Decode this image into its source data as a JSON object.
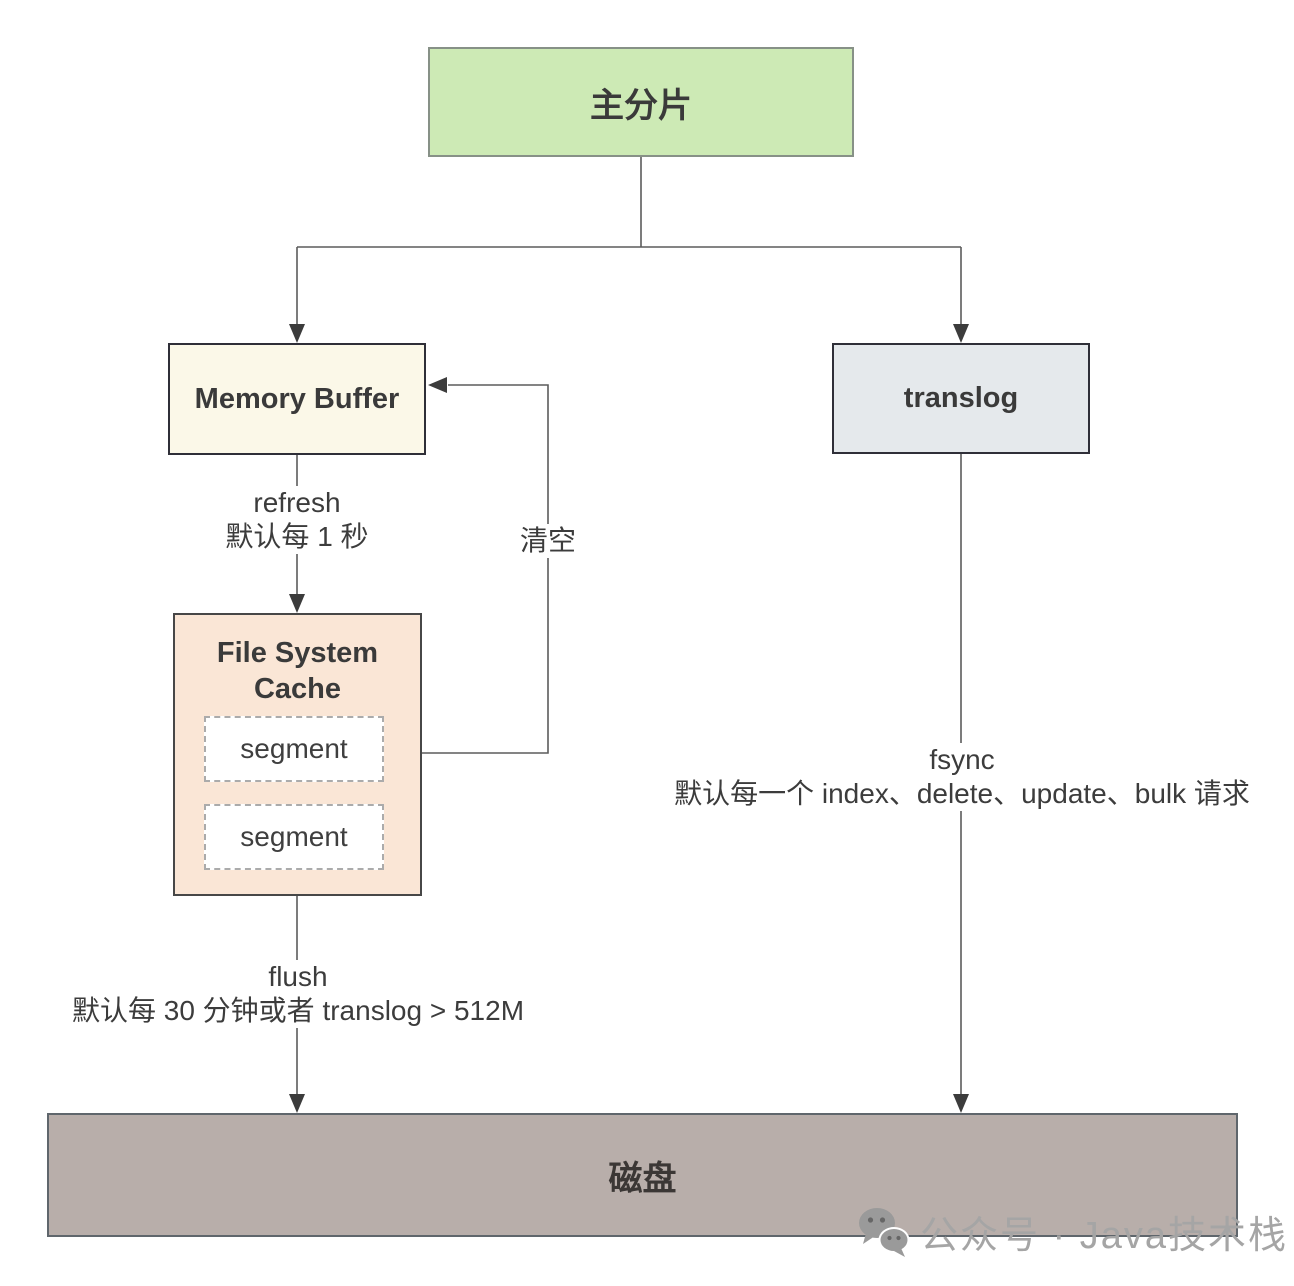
{
  "diagram": {
    "nodes": {
      "primary_shard": {
        "label": "主分片",
        "fill": "#cdeab5",
        "border": "#879187"
      },
      "memory_buffer": {
        "label": "Memory Buffer",
        "fill": "#fbf8e8",
        "border": "#2f2f38"
      },
      "translog": {
        "label": "translog",
        "fill": "#e5e9ec",
        "border": "#2f2f38"
      },
      "file_system_cache": {
        "label": "File System Cache",
        "fill": "#fae6d6",
        "border": "#474747",
        "segments": [
          "segment",
          "segment"
        ]
      },
      "disk": {
        "label": "磁盘",
        "fill": "#b8aeaa",
        "border": "#5f666c"
      }
    },
    "edges": {
      "refresh": {
        "title": "refresh",
        "subtitle": "默认每 1 秒"
      },
      "clear": {
        "label": "清空"
      },
      "fsync": {
        "title": "fsync",
        "subtitle": "默认每一个 index、delete、update、bulk 请求"
      },
      "flush": {
        "title": "flush",
        "subtitle": "默认每 30 分钟或者 translog > 512M"
      }
    },
    "line_color": "#5c5c5c",
    "arrow_color": "#3c3c3c"
  },
  "watermark": {
    "icon": "wechat-icon",
    "text": "公众号 · Java技术栈",
    "color": "#a5a5a5"
  }
}
